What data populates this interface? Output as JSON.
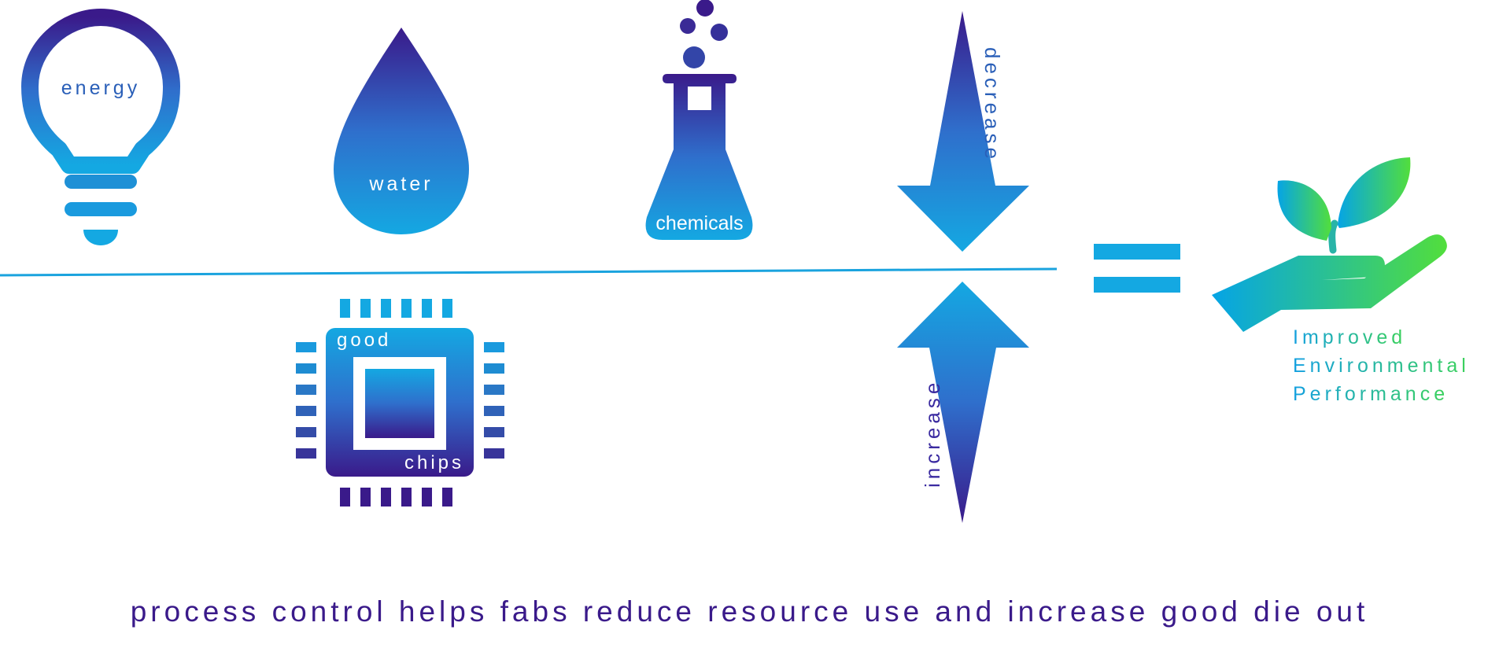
{
  "labels": {
    "energy": "energy",
    "water": "water",
    "chemicals": "chemicals",
    "decrease": "decrease",
    "good": "good",
    "chips": "chips",
    "increase": "increase",
    "result_line1": "Improved",
    "result_line2": "Environmental",
    "result_line3": "Performance"
  },
  "caption": "process control helps fabs reduce resource use and increase good die out",
  "colors": {
    "purple": "#3a1a8a",
    "blue": "#1aa3de",
    "green": "#4fd44a"
  },
  "icons": [
    "lightbulb-icon",
    "water-drop-icon",
    "chemical-flask-icon",
    "down-arrow-icon",
    "up-arrow-icon",
    "chip-icon",
    "equals-sign-icon",
    "hand-plant-icon"
  ]
}
